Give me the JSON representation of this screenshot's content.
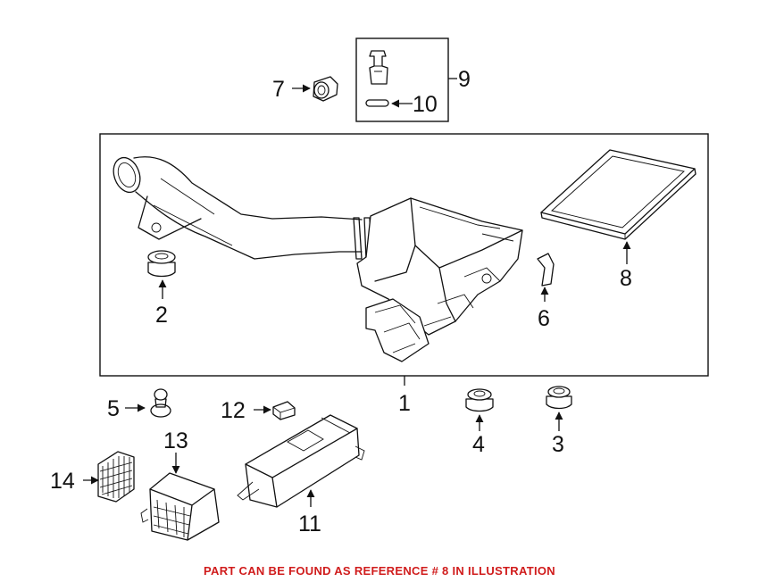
{
  "callouts": {
    "c1": "1",
    "c2": "2",
    "c3": "3",
    "c4": "4",
    "c5": "5",
    "c6": "6",
    "c7": "7",
    "c8": "8",
    "c9": "9",
    "c10": "10",
    "c11": "11",
    "c12": "12",
    "c13": "13",
    "c14": "14"
  },
  "footer": {
    "note": "PART CAN BE FOUND AS REFERENCE # 8 IN ILLUSTRATION"
  },
  "colors": {
    "line": "#111111",
    "note": "#d01c1c",
    "background": "#ffffff"
  }
}
